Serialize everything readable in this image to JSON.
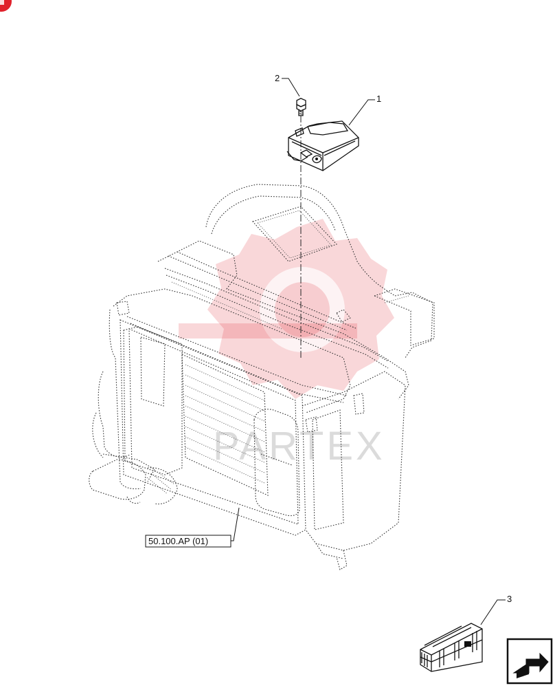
{
  "callouts": {
    "part1": "1",
    "part2": "2",
    "part3": "3"
  },
  "reference": {
    "label": "50.100.AP (01)"
  },
  "watermark": {
    "text": "PARTEX",
    "color": "#e0212b"
  },
  "icons": {
    "corner_badge": "brand-badge-icon",
    "next_page": "arrow-next-page-icon",
    "kit": "kit-crate-icon"
  }
}
